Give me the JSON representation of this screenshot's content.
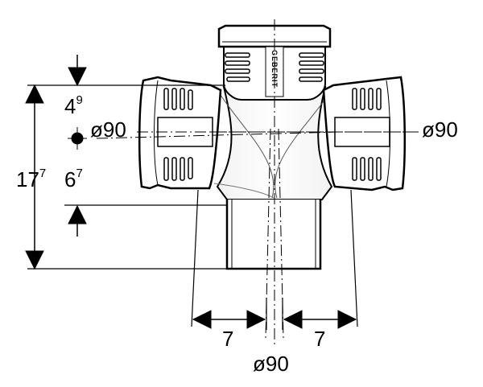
{
  "dimensions": {
    "left_overall_main": "17",
    "left_overall_sup": "7",
    "top_offset_main": "4",
    "top_offset_sup": "9",
    "spigot_main": "6",
    "spigot_sup": "7",
    "inlet_left": "ø90",
    "inlet_right": "ø90",
    "outlet_bottom": "ø90",
    "angle_left": "7",
    "angle_right": "7"
  },
  "logo": {
    "text": "GEBERIT"
  }
}
